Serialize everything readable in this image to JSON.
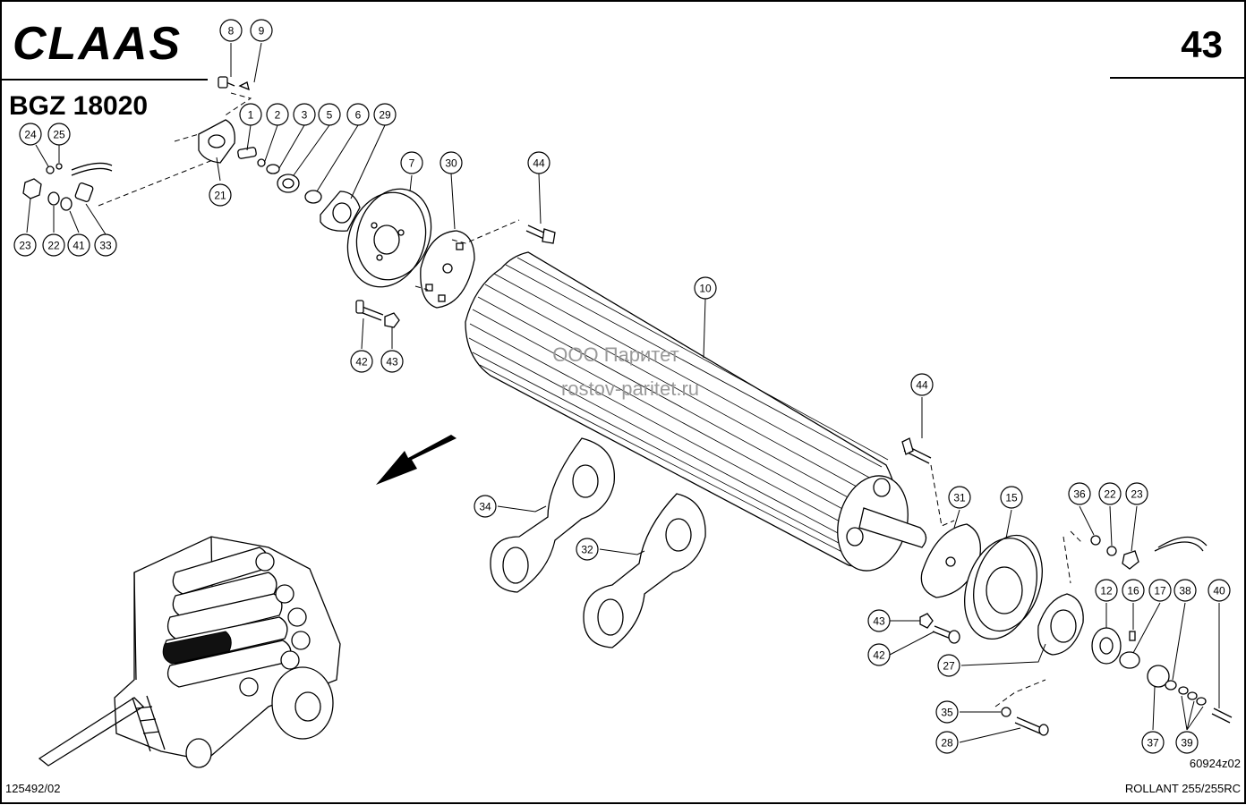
{
  "header": {
    "brand": "CLAAS",
    "group_code": "BGZ 18020",
    "page_number": "43"
  },
  "watermark": {
    "line1": "ООО Паритет",
    "line2": "rostov-paritet.ru"
  },
  "footer": {
    "doc_ref_left": "125492/02",
    "drawing_ref": "60924z02",
    "model": "ROLLANT 255/255RC"
  },
  "callouts": [
    "8",
    "9",
    "1",
    "2",
    "3",
    "5",
    "6",
    "29",
    "24",
    "25",
    "21",
    "7",
    "30",
    "44",
    "23",
    "22",
    "41",
    "33",
    "10",
    "42",
    "43",
    "44",
    "34",
    "32",
    "31",
    "15",
    "36",
    "22",
    "23",
    "43",
    "42",
    "12",
    "16",
    "17",
    "38",
    "40",
    "27",
    "35",
    "28",
    "37",
    "39"
  ]
}
